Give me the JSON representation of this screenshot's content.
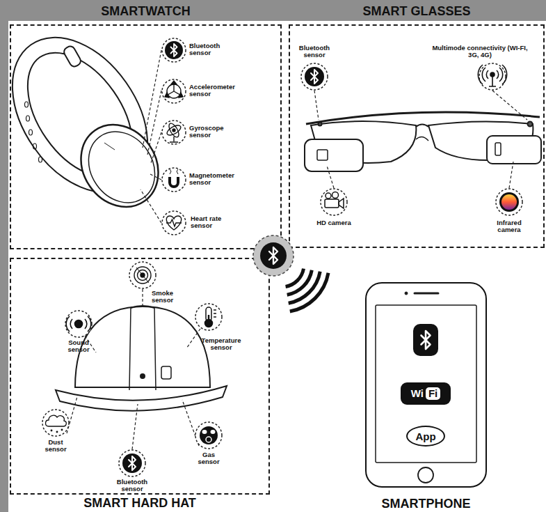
{
  "diagram": {
    "nodes": [
      {
        "text": [
          "SMARTWATCH"
        ]
      },
      {
        "text": [
          "Bluetooth sensor"
        ],
        "in": 0
      },
      {
        "text": [
          "Accelerometer sensor"
        ],
        "in": 0
      },
      {
        "text": [
          "Gyroscope sensor"
        ],
        "in": 0
      },
      {
        "text": [
          "Magnetometer sensor"
        ],
        "in": 0
      },
      {
        "text": [
          "Heart rate sensor"
        ],
        "in": 0
      },
      {
        "text": [
          "SMART GLASSES"
        ]
      },
      {
        "text": [
          "Bluetooth sensor"
        ],
        "in": 6
      },
      {
        "text": [
          "Multimode connectivity (WI-FI, 3G, 4G)"
        ],
        "in": 6
      },
      {
        "text": [
          "HD camera"
        ],
        "in": 6
      },
      {
        "text": [
          "Infrared camera"
        ],
        "in": 6
      },
      {
        "text": [
          "SMART HARD HAT"
        ]
      },
      {
        "text": [
          "Smoke sensor"
        ],
        "in": 11
      },
      {
        "text": [
          "Sound sensor"
        ],
        "in": 11
      },
      {
        "text": [
          "Temperature sensor"
        ],
        "in": 11
      },
      {
        "text": [
          "Dust sensor"
        ],
        "in": 11
      },
      {
        "text": [
          "Gas sensor"
        ],
        "in": 11
      },
      {
        "text": [
          "Bluetooth sensor"
        ],
        "in": 11
      },
      {
        "text": [
          "SMARTPHONE"
        ]
      },
      {
        "text": [
          "Wi",
          "Fi"
        ],
        "in": 18
      },
      {
        "text": [
          "App"
        ],
        "in": 18
      }
    ]
  }
}
